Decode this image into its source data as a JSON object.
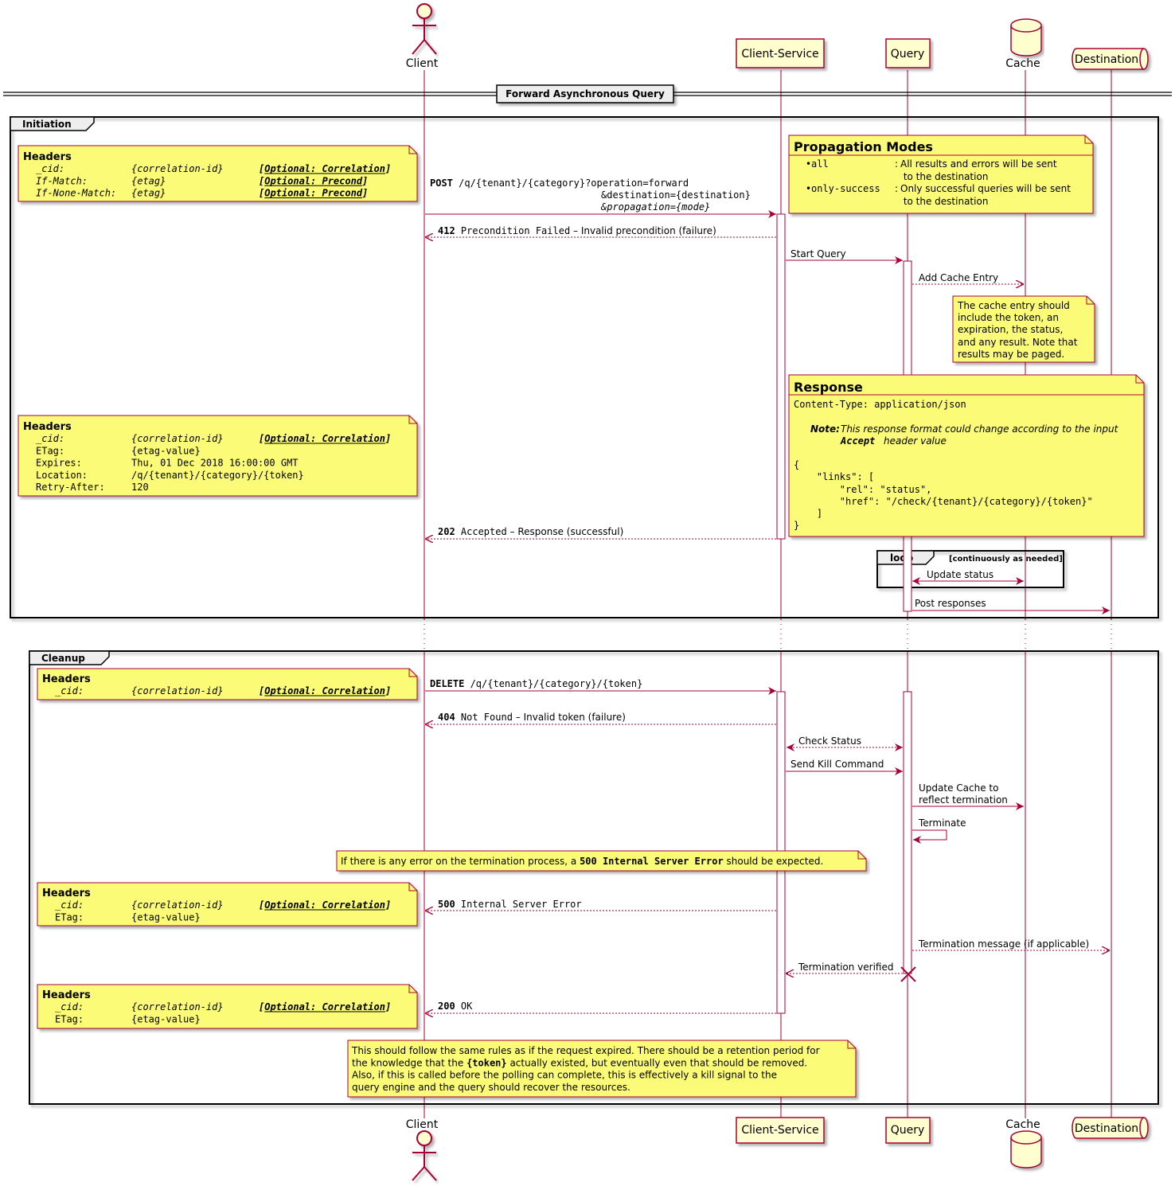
{
  "colors": {
    "line": "#A80036",
    "participant_fill": "#FEFECE",
    "note_fill": "#FBFB77",
    "note_border": "#A80036",
    "frame": "#000000"
  },
  "participants": {
    "client": "Client",
    "client_service": "Client-Service",
    "query": "Query",
    "cache": "Cache",
    "destination": "Destination"
  },
  "title": "Forward Asynchronous Query",
  "groups": {
    "initiation": "Initiation",
    "cleanup": "Cleanup",
    "loop": "loop",
    "loop_condition": "[continuously as needed]"
  },
  "notes": {
    "headers_label": "Headers",
    "init_headers": [
      {
        "name": "_cid:",
        "value": "{correlation-id}",
        "flag": "[Optional: Correlation]",
        "italic": true
      },
      {
        "name": "If-Match:",
        "value": "{etag}",
        "flag": "[Optional: Precond]",
        "italic": true
      },
      {
        "name": "If-None-Match:",
        "value": "{etag}",
        "flag": "[Optional: Precond]",
        "italic": true
      }
    ],
    "propagation": {
      "title": "Propagation Modes",
      "items": [
        {
          "mode": "all",
          "lines": [
            "All results and errors will be sent",
            " to the destination"
          ]
        },
        {
          "mode": "only-success",
          "lines": [
            "Only successful queries will be sent",
            " to the destination"
          ]
        }
      ]
    },
    "cache_entry": [
      "The cache entry should",
      "include the token, an",
      "expiration, the status,",
      "and any result. Note that",
      "results may be paged."
    ],
    "response": {
      "title": "Response",
      "content_type": "Content-Type: application/json",
      "note_label": "Note:",
      "note_line1": "This response format could change according to the input",
      "note_accept": "Accept",
      "note_line2": "header value",
      "json_lines": [
        "{",
        "    \"links\": [",
        "        \"rel\": \"status\",",
        "        \"href\": \"/check/{tenant}/{category}/{token}\"",
        "    ]",
        "}"
      ]
    },
    "accepted_headers": [
      {
        "name": "_cid:",
        "value": "{correlation-id}",
        "flag": "[Optional: Correlation]",
        "italic": true
      },
      {
        "name": "ETag:",
        "value": "{etag-value}",
        "flag": "",
        "italic": false
      },
      {
        "name": "Expires:",
        "value": "Thu, 01 Dec 2018 16:00:00 GMT",
        "flag": "",
        "italic": false
      },
      {
        "name": "Location:",
        "value": "/q/{tenant}/{category}/{token}",
        "flag": "",
        "italic": false
      },
      {
        "name": "Retry-After:",
        "value": "120",
        "flag": "",
        "italic": false
      }
    ],
    "delete_headers": [
      {
        "name": "_cid:",
        "value": "{correlation-id}",
        "flag": "[Optional: Correlation]",
        "italic": true
      }
    ],
    "error_note": {
      "before": "If there is any error on the termination process, a ",
      "code": "500 Internal Server Error",
      "after": " should be expected."
    },
    "error_headers": [
      {
        "name": "_cid:",
        "value": "{correlation-id}",
        "flag": "[Optional: Correlation]",
        "italic": true
      },
      {
        "name": "ETag:",
        "value": "{etag-value}",
        "flag": "",
        "italic": false
      }
    ],
    "ok_headers": [
      {
        "name": "_cid:",
        "value": "{correlation-id}",
        "flag": "[Optional: Correlation]",
        "italic": true
      },
      {
        "name": "ETag:",
        "value": "{etag-value}",
        "flag": "",
        "italic": false
      }
    ],
    "final_note": [
      [
        {
          "t": "This should follow the same rules as if the request expired. There should be a retention period for"
        }
      ],
      [
        {
          "t": "the knowledge that the "
        },
        {
          "t": "{token}",
          "code": true
        },
        {
          "t": " actually existed, but eventually even that should be removed."
        }
      ],
      [
        {
          "t": "Also, if this is called before the polling can complete, this is effectively a kill signal to the"
        }
      ],
      [
        {
          "t": "query engine and the query should recover the resources."
        }
      ]
    ]
  },
  "messages": {
    "post": {
      "method": "POST",
      "line1": " /q/{tenant}/{category}?operation=forward",
      "line2": "&destination={destination}",
      "line3": "&propagation=",
      "line3b": "{mode}"
    },
    "r412": {
      "code": "412",
      "mid": " Precondition Failed",
      "rest": " – Invalid precondition (failure)"
    },
    "start_query": "Start Query",
    "add_cache_entry": "Add Cache Entry",
    "r202": {
      "code": "202",
      "mid": " Accepted",
      "rest": " – Response (successful)"
    },
    "update_status": "Update status",
    "post_responses": "Post responses",
    "delete": {
      "method": "DELETE",
      "rest": " /q/{tenant}/{category}/{token}"
    },
    "r404": {
      "code": "404",
      "mid": " Not Found",
      "rest": " – Invalid token (failure)"
    },
    "check_status": "Check Status",
    "send_kill": "Send Kill Command",
    "update_cache": [
      "Update Cache to",
      "reflect termination"
    ],
    "terminate": "Terminate",
    "r500": {
      "code": "500",
      "mid": " Internal Server Error"
    },
    "termination_message": "Termination message (if applicable)",
    "termination_verified": "Termination verified",
    "r200": {
      "code": "200",
      "mid": " OK"
    }
  }
}
